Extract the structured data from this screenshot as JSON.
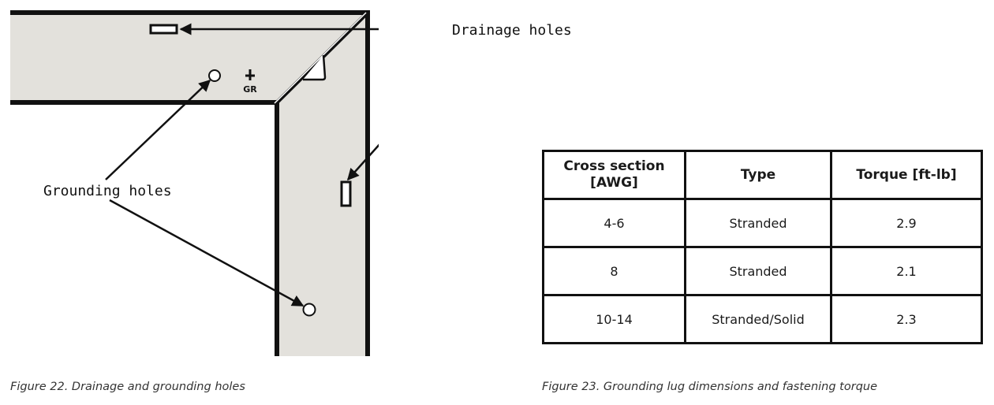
{
  "figure22": {
    "labels": {
      "drainage": "Drainage holes",
      "grounding": "Grounding holes",
      "gr_mark": "GR"
    },
    "caption": "Figure 22. Drainage and grounding holes"
  },
  "figure23": {
    "headers": [
      "Cross section [AWG]",
      "Type",
      "Torque [ft-lb]"
    ],
    "rows": [
      [
        "4-6",
        "Stranded",
        "2.9"
      ],
      [
        "8",
        "Stranded",
        "2.1"
      ],
      [
        "10-14",
        "Stranded/Solid",
        "2.3"
      ]
    ],
    "caption": "Figure 23. Grounding lug dimensions and fastening torque"
  },
  "colors": {
    "frame_fill": "#e3e1dc",
    "stroke": "#111111"
  }
}
